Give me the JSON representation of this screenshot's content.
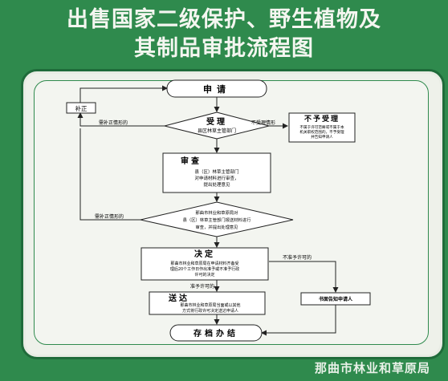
{
  "title": {
    "line1": "出售国家二级保护、野生植物及",
    "line2": "其制品审批流程图"
  },
  "footer": "那曲市林业和草原局",
  "colors": {
    "background": "#2f8a4d",
    "panel": "#eef1ea",
    "border": "#1f6b3a",
    "box_fill": "#ffffff",
    "line": "#222222"
  },
  "nodes": {
    "apply": "申请",
    "correct": "补正",
    "accept": {
      "title": "受理",
      "sub": "县区林草主管部门"
    },
    "reject": {
      "title": "不予受理",
      "text": [
        "不属于许可范畴或不属于本",
        "机关职权范围的，不予受理",
        "并告知申请人"
      ]
    },
    "review1": {
      "title": "审查",
      "text": [
        "县（区）林草主管部门",
        "对申请材料进行审查，",
        "提出处理意见"
      ]
    },
    "review2": {
      "text": [
        "那曲市林业和草原局对",
        "县（区）林草主管部门报送材料进行",
        "审查，并提出处理意见"
      ]
    },
    "decide": {
      "title": "决定",
      "text": [
        "那曲市林业和草原局在申请材料齐备受",
        "理后20个工作日作出准予或不准予行政",
        "许可的决定"
      ]
    },
    "deliver": {
      "title": "送达",
      "text": [
        "那曲市林业和草原局当面或以其他",
        "方式将行政许可决定送达申请人"
      ]
    },
    "notify": "书面告知申请人",
    "archive": "存档办结"
  },
  "labels": {
    "need_correct_1": "需补正情形的",
    "not_accept": "不受理情形",
    "need_correct_2": "需补正情形的",
    "not_permit": "不准予许可的",
    "permit": "准予许可的"
  }
}
